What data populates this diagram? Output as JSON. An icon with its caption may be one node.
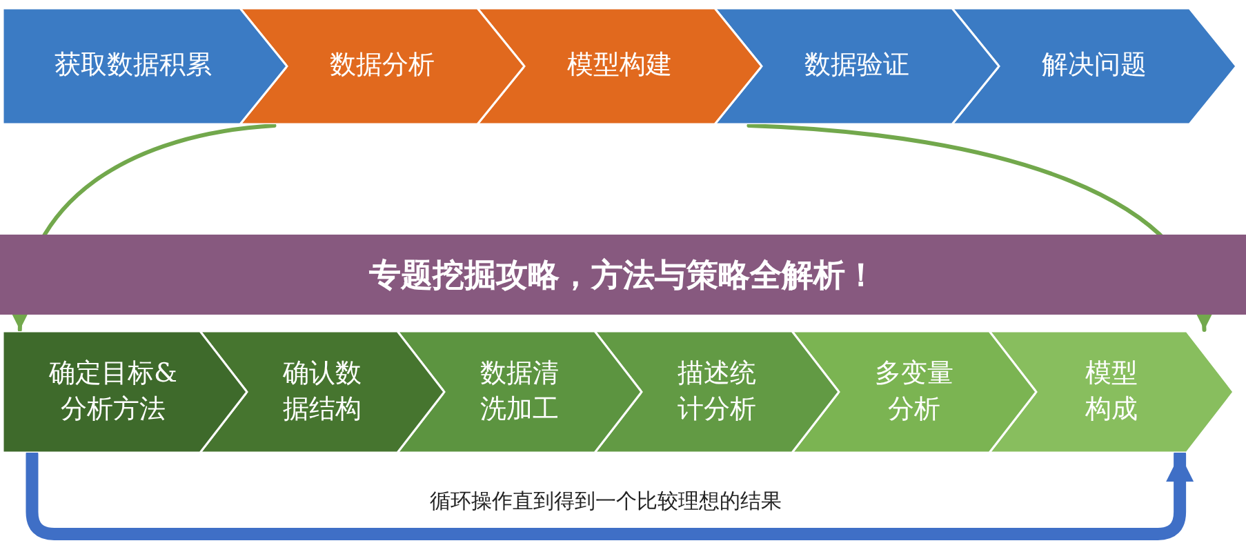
{
  "diagram": {
    "title": "专题挖掘攻略，方法与策略全解析！",
    "nodes": [
      {
        "text": [
          "获取数据积累"
        ]
      },
      {
        "text": [
          "数据分析"
        ]
      },
      {
        "text": [
          "模型构建"
        ]
      },
      {
        "text": [
          "数据验证"
        ]
      },
      {
        "text": [
          "解决问题"
        ]
      },
      {
        "text": [
          "确定目标&分析方法"
        ]
      },
      {
        "text": [
          "确认数据结构"
        ]
      },
      {
        "text": [
          "数据清洗加工"
        ]
      },
      {
        "text": [
          "描述统计分析"
        ]
      },
      {
        "text": [
          "多变量分析"
        ]
      },
      {
        "text": [
          "模型构成"
        ]
      }
    ],
    "edges": [
      {
        "from": 1,
        "to": 5,
        "arrow": "to"
      },
      {
        "from": 3,
        "to": 10,
        "arrow": "to"
      },
      {
        "from": 5,
        "to": 10,
        "arrow": "to",
        "label": "循环操作直到得到一个比较理想的结果",
        "style": "thick",
        "color": "#3f6fc6"
      }
    ]
  }
}
